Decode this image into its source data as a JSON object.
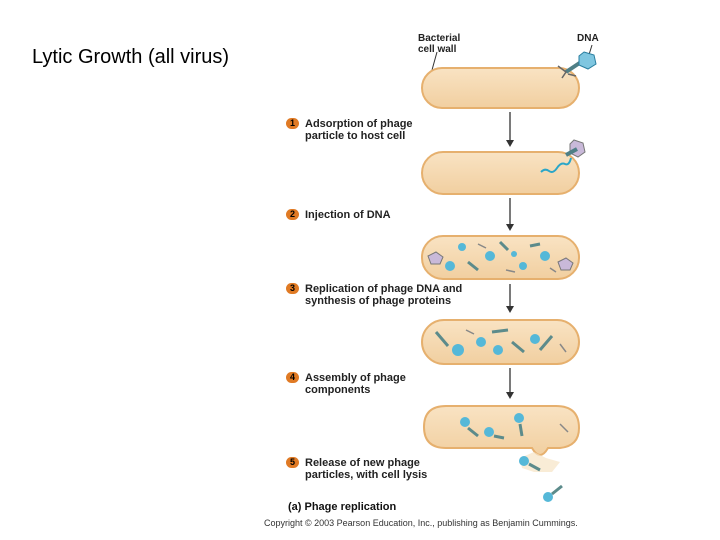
{
  "slide": {
    "title": "Lytic Growth (all virus)"
  },
  "figure": {
    "labels": {
      "cell_wall_line1": "Bacterial",
      "cell_wall_line2": "cell wall",
      "dna": "DNA"
    },
    "steps": [
      {
        "number": "1",
        "line1": "Adsorption of phage",
        "line2": "particle to host cell"
      },
      {
        "number": "2",
        "line1": "Injection of DNA",
        "line2": ""
      },
      {
        "number": "3",
        "line1": "Replication of phage DNA and",
        "line2": "synthesis of phage proteins"
      },
      {
        "number": "4",
        "line1": "Assembly of phage",
        "line2": "components"
      },
      {
        "number": "5",
        "line1": "Release of new phage",
        "line2": "particles, with cell lysis"
      }
    ],
    "caption": "(a) Phage replication",
    "copyright": "Copyright © 2003 Pearson Education, Inc., publishing as Benjamin Cummings."
  },
  "colors": {
    "cell_fill": "#f6d9b0",
    "cell_border": "#e8b070",
    "step_circle": "#e07a24",
    "dna": "#2aa6c8",
    "phage": "#5c8b8b"
  }
}
